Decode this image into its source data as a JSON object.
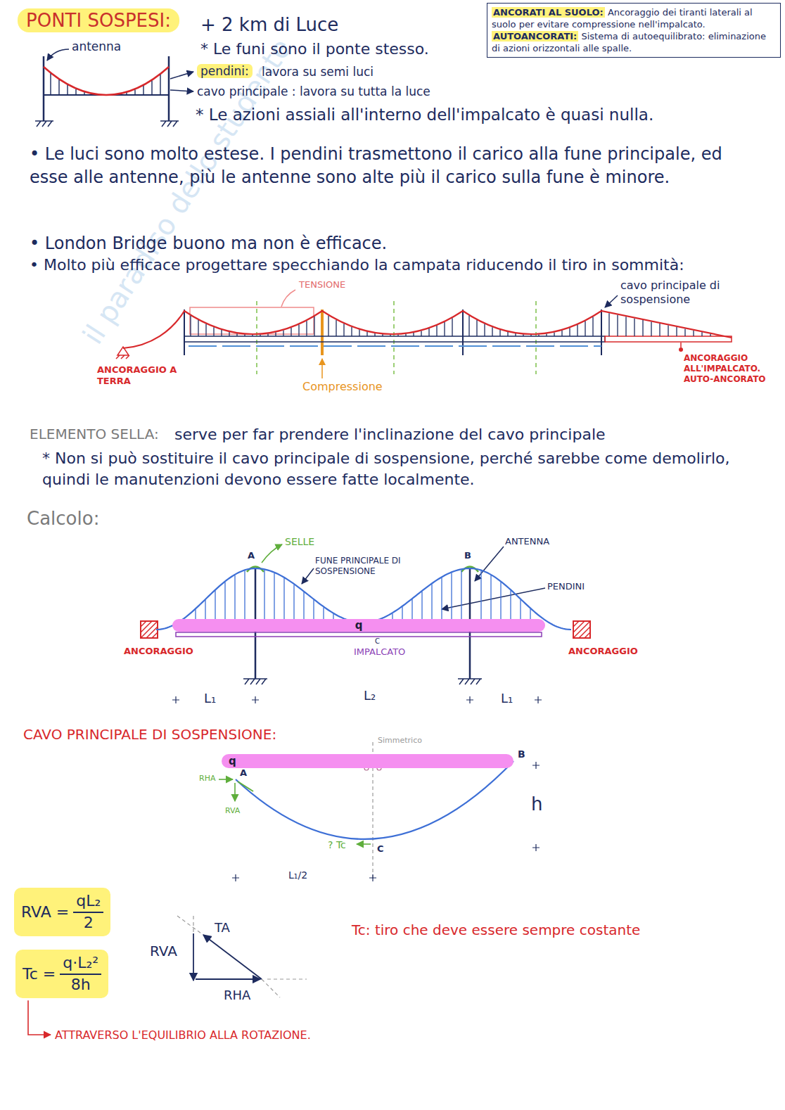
{
  "diagram": {
    "nodes": [
      {
        "text": [
          "PONTI SOSPESI:"
        ]
      },
      {
        "text": [
          "ANCORATI AL SUOLO:",
          "Ancoraggio dei tiranti laterali al suolo per evitare compressione nell'impalcato.",
          "AUTOANCORATI:",
          "Sistema di autoequilibrato: eliminazione di azioni orizzontali alle spalle."
        ]
      },
      {
        "text": [
          "pendini:"
        ]
      },
      {
        "text": [
          "q"
        ]
      },
      {
        "text": [
          "q"
        ]
      },
      {
        "text": [
          "RVA =",
          "qL₂",
          "2"
        ]
      },
      {
        "text": [
          "Tc =",
          "q·L₂²",
          "8h"
        ]
      }
    ],
    "labels": [
      "il paradiso dello studente",
      "+ 2 km di Luce",
      "antenna",
      "* Le funi sono il ponte stesso.",
      "lavora su semi luci",
      "cavo principale : lavora su tutta la luce",
      "* Le azioni assiali all'interno dell'impalcato è quasi nulla.",
      "• Le luci sono molto estese. I pendini trasmettono il carico alla fune principale, ed esse alle antenne, più le antenne sono alte più il carico sulla fune è minore.",
      "• London Bridge buono ma non è efficace.",
      "• Molto più efficace progettare specchiando la campata riducendo il tiro in sommità:",
      "TENSIONE",
      "cavo principale di sospensione",
      "ANCORAGGIO A TERRA",
      "Compressione",
      "ANCORAGGIO ALL'IMPALCATO. AUTO-ANCORATO",
      "ELEMENTO SELLA:",
      "serve per far prendere l'inclinazione del cavo principale",
      "* Non si può sostituire il cavo principale di sospensione, perché sarebbe come demolirlo, quindi le manutenzioni devono essere fatte localmente.",
      "Calcolo:",
      "A",
      "SELLE",
      "FUNE PRINCIPALE DI SOSPENSIONE",
      "B",
      "ANTENNA",
      "PENDINI",
      "ANCORAGGIO",
      "IMPALCATO",
      "C",
      "ANCORAGGIO",
      "L₁",
      "L₂",
      "L₁",
      "CAVO PRINCIPALE DI SOSPENSIONE:",
      "Simmetrico",
      "B",
      "A",
      "RHA",
      "RVA",
      "h",
      "? Tc",
      "C",
      "L₁/2",
      "TA",
      "RVA",
      "RHA",
      "Tc: tiro che deve essere sempre costante",
      "ATTRAVERSO L'EQUILIBRIO ALLA ROTAZIONE."
    ]
  }
}
